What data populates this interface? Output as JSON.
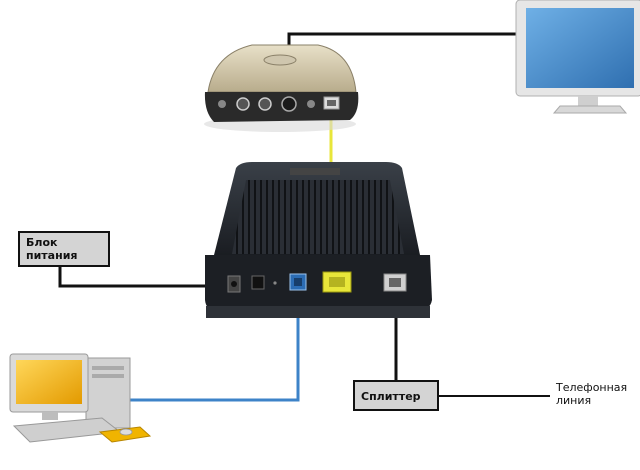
{
  "labels": {
    "power_supply": {
      "line1": "Блок",
      "line2": "питания"
    },
    "splitter": "Сплиттер",
    "phone_line": {
      "line1": "Телефонная",
      "line2": "линия"
    }
  },
  "colors": {
    "ethernet_yellow": "#e8e63a",
    "ethernet_blue": "#3d83c8",
    "cable_black": "#111111",
    "monitor_screen": "#3f86c9",
    "pc_screen": "#f0b400"
  },
  "icons": [
    "set-top-box",
    "tv-monitor",
    "adsl-modem",
    "desktop-computer"
  ]
}
